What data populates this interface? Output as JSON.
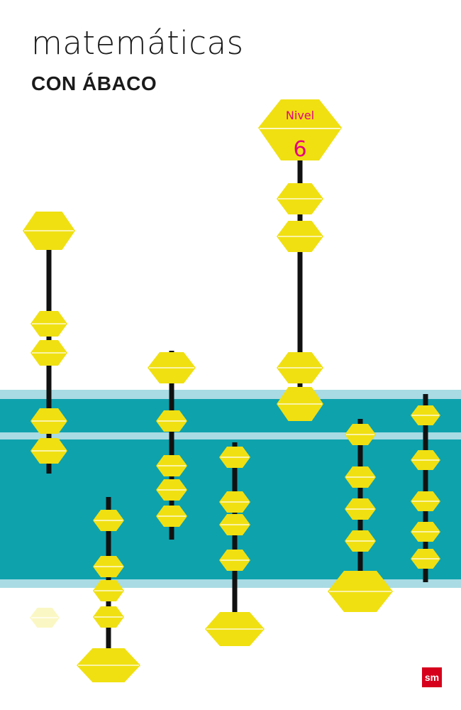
{
  "cover": {
    "title": "matemáticas",
    "subtitle": "CON ÁBACO",
    "level_label": "Nivel",
    "level_number": "6",
    "publisher_logo": "sm"
  },
  "colors": {
    "bead": "#f0e012",
    "bead_highlight": "#ffffff",
    "rod": "#111111",
    "band": "#0ea2ad",
    "band_edge": "#a9dbe4",
    "accent": "#e6007e",
    "logo": "#d6001c"
  }
}
